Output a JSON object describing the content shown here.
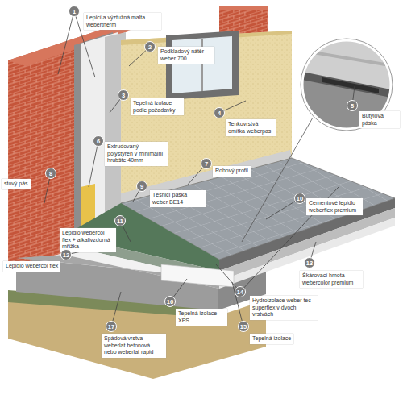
{
  "diagram": {
    "labels": [
      "1",
      "Lepicí a výztužná malta webertherm",
      "2",
      "Podkladový nátěr weber 700",
      "3",
      "Tepelná izolace podle požadavky",
      "4",
      "Tenkovrstvá omítka weberpas",
      "5",
      "Butylová páska",
      "6",
      "Extrudovaný polystyren v minimální hrubšte 40mm",
      "7",
      "Rohový profil",
      "8",
      "stový pás",
      "9",
      "Těsnicí páska weber BE14",
      "10",
      "Cementové lepidlo weberflex premium",
      "11",
      "Lepidlo webercol flex + alkalivzdorná mřížka",
      "12",
      "Lepidlo webercol flex",
      "13",
      "Škárovací hmota webercolor premium",
      "14",
      "Hydroizolace weber tec superflex v dvoch vrstvách",
      "15",
      "Tepelná izolace",
      "16",
      "Tepelná izolace XPS",
      "17",
      "Spádová vrstva weberlat betonová nebo weberlat rapid"
    ]
  }
}
